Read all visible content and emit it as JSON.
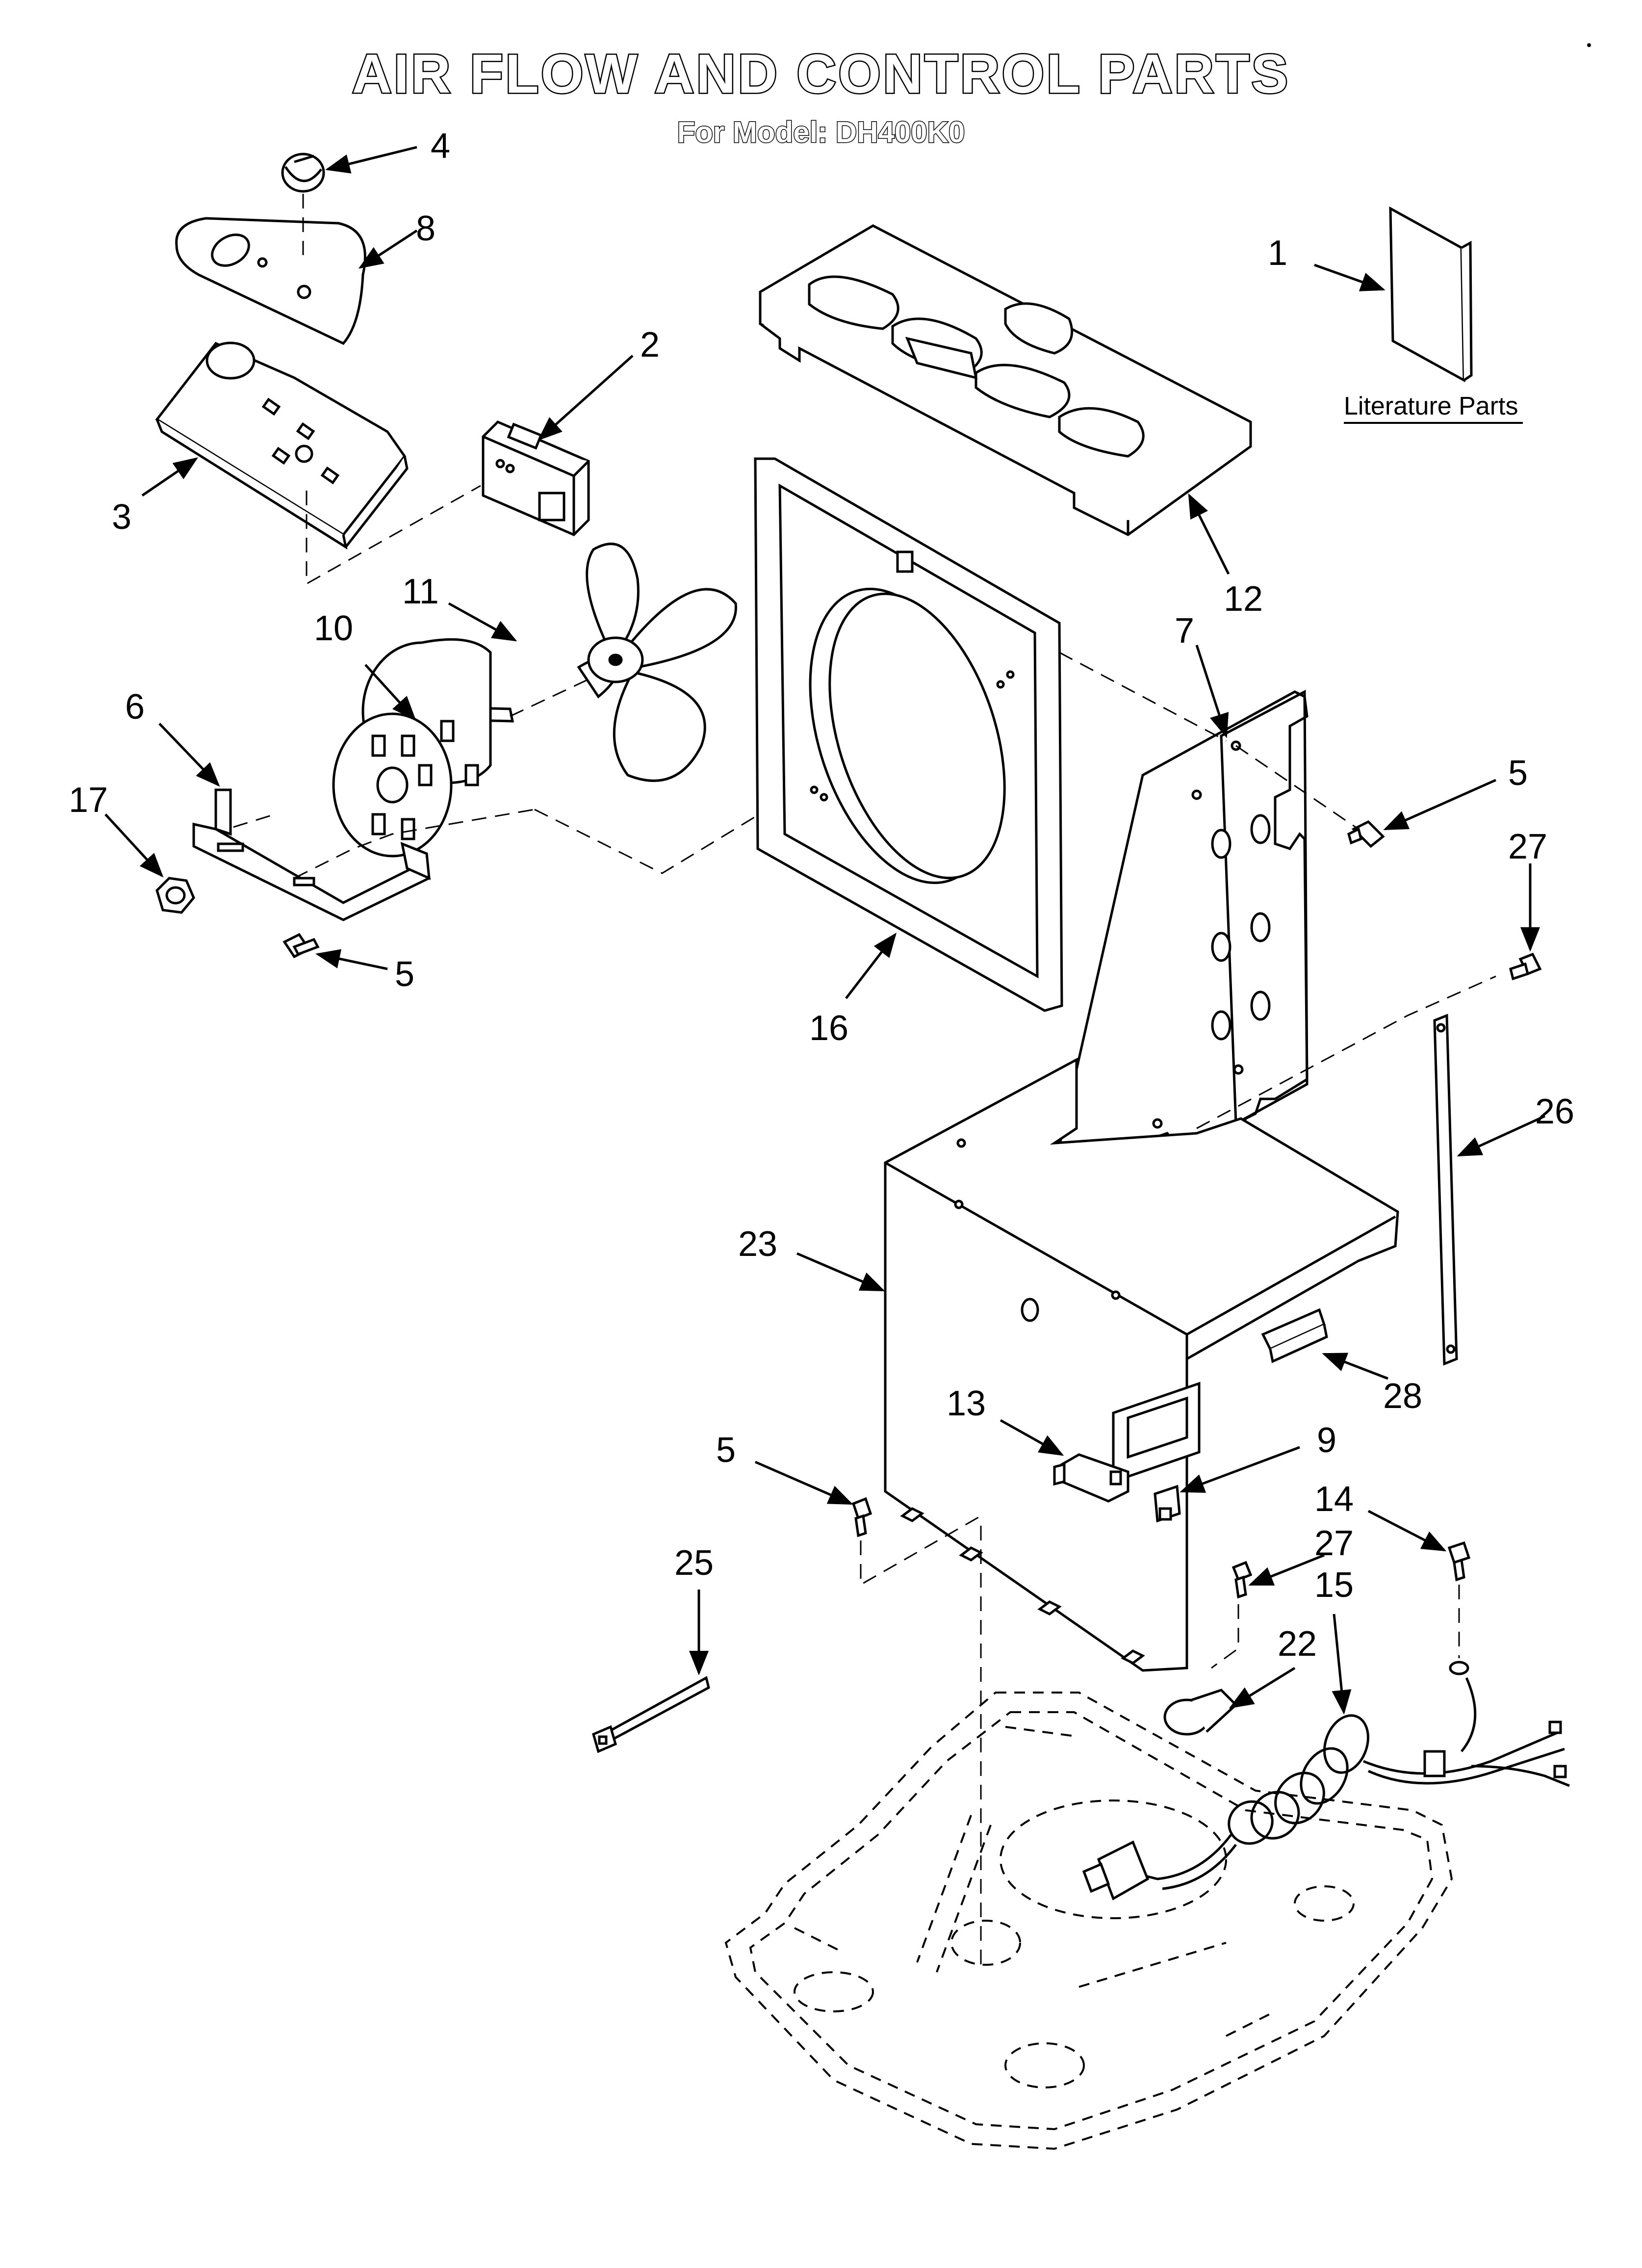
{
  "header": {
    "title": "AIR FLOW AND CONTROL PARTS",
    "subtitle": "For Model: DH400K0"
  },
  "literature": {
    "label": "Literature Parts"
  },
  "callouts": [
    {
      "id": "c-4",
      "label": "4"
    },
    {
      "id": "c-8",
      "label": "8"
    },
    {
      "id": "c-2",
      "label": "2"
    },
    {
      "id": "c-3",
      "label": "3"
    },
    {
      "id": "c-1",
      "label": "1"
    },
    {
      "id": "c-12",
      "label": "12"
    },
    {
      "id": "c-11",
      "label": "11"
    },
    {
      "id": "c-10",
      "label": "10"
    },
    {
      "id": "c-7",
      "label": "7"
    },
    {
      "id": "c-6",
      "label": "6"
    },
    {
      "id": "c-17",
      "label": "17"
    },
    {
      "id": "c-5a",
      "label": "5"
    },
    {
      "id": "c-27a",
      "label": "27"
    },
    {
      "id": "c-5b",
      "label": "5"
    },
    {
      "id": "c-16",
      "label": "16"
    },
    {
      "id": "c-26",
      "label": "26"
    },
    {
      "id": "c-23",
      "label": "23"
    },
    {
      "id": "c-28",
      "label": "28"
    },
    {
      "id": "c-13",
      "label": "13"
    },
    {
      "id": "c-9",
      "label": "9"
    },
    {
      "id": "c-5c",
      "label": "5"
    },
    {
      "id": "c-14",
      "label": "14"
    },
    {
      "id": "c-27b",
      "label": "27"
    },
    {
      "id": "c-15",
      "label": "15"
    },
    {
      "id": "c-25",
      "label": "25"
    },
    {
      "id": "c-22",
      "label": "22"
    }
  ],
  "colors": {
    "ink": "#000000",
    "paper": "#ffffff"
  }
}
